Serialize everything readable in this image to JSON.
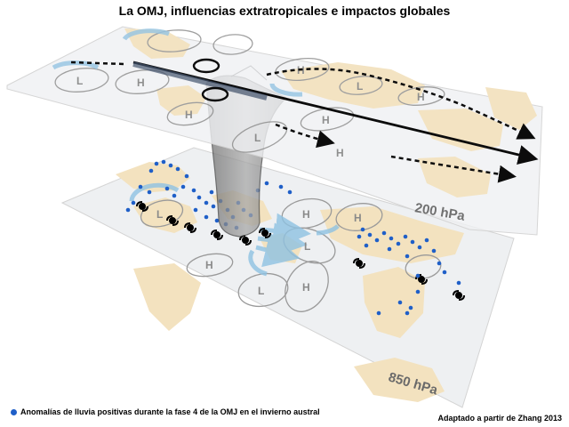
{
  "title": "La OMJ, influencias extratropicales e impactos globales",
  "legend": {
    "text": "Anomalías de lluvia positivas durante la fase 4 de la OMJ en el invierno austral",
    "color": "#1f5fc8"
  },
  "credit": "Adaptado a partir de Zhang 2013",
  "levels": {
    "upper": "200 hPa",
    "lower": "850 hPa"
  },
  "systems": {
    "high": "H",
    "low": "L"
  },
  "colors": {
    "land": "#f3e2bf",
    "ocean": "#eef0f2",
    "rain_dots": "#1f5fc8",
    "anomaly_arrows": "#7fb7dc",
    "convection_column": "#7d7d7d"
  }
}
